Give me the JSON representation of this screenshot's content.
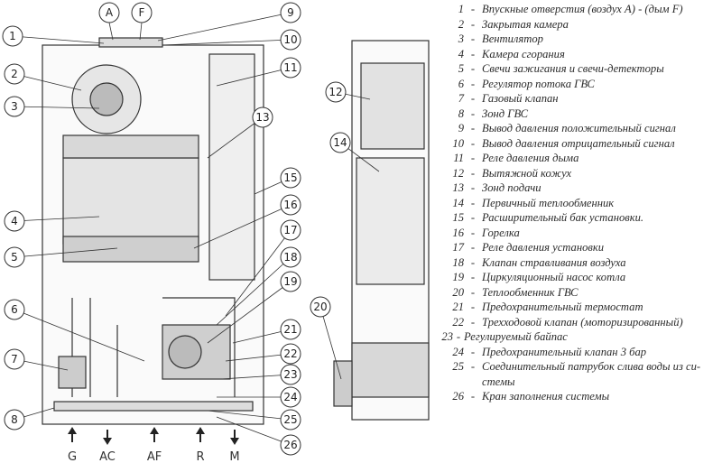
{
  "callouts": [
    "1",
    "2",
    "3",
    "4",
    "5",
    "6",
    "7",
    "8",
    "9",
    "10",
    "11",
    "12",
    "13",
    "14",
    "15",
    "16",
    "17",
    "18",
    "19",
    "20",
    "21",
    "22",
    "23",
    "24",
    "25",
    "26"
  ],
  "top_callouts": [
    "A",
    "F"
  ],
  "connections": [
    {
      "label": "G",
      "direction": "up"
    },
    {
      "label": "AC",
      "direction": "down"
    },
    {
      "label": "AF",
      "direction": "up"
    },
    {
      "label": "R",
      "direction": "up"
    },
    {
      "label": "M",
      "direction": "down"
    }
  ],
  "legend": [
    {
      "num": "1",
      "text": "Впускные отверстия (воздух А) - (дым F)"
    },
    {
      "num": "2",
      "text": "Закрытая камера"
    },
    {
      "num": "3",
      "text": "Вентилятор"
    },
    {
      "num": "4",
      "text": "Камера сгорания"
    },
    {
      "num": "5",
      "text": "Свечи зажигания и свечи-детекторы"
    },
    {
      "num": "6",
      "text": "Регулятор потока ГВС"
    },
    {
      "num": "7",
      "text": "Газовый клапан"
    },
    {
      "num": "8",
      "text": "Зонд ГВС"
    },
    {
      "num": "9",
      "text": "Вывод давления положительный сигнал"
    },
    {
      "num": "10",
      "text": "Вывод давления отрицательный сигнал"
    },
    {
      "num": "11",
      "text": "Реле давления дыма"
    },
    {
      "num": "12",
      "text": "Вытяжной кожух"
    },
    {
      "num": "13",
      "text": "Зонд подачи"
    },
    {
      "num": "14",
      "text": "Первичный теплообменник"
    },
    {
      "num": "15",
      "text": "Расширительный бак установки."
    },
    {
      "num": "16",
      "text": "Горелка"
    },
    {
      "num": "17",
      "text": "Реле давления установки"
    },
    {
      "num": "18",
      "text": "Клапан стравливания воздуха"
    },
    {
      "num": "19",
      "text": "Циркуляционный насос котла"
    },
    {
      "num": "20",
      "text": "Теплообменник ГВС"
    },
    {
      "num": "21",
      "text": "Предохранительный термостат"
    },
    {
      "num": "22",
      "text": "Трехходовой клапан  (моторизированный)"
    },
    {
      "num": "23",
      "text": "Регулируемый байпас"
    },
    {
      "num": "24",
      "text": "Предохранительный клапан 3 бар"
    },
    {
      "num": "25",
      "text": "Соединительный патрубок слива воды из си-",
      "text2": "стемы"
    },
    {
      "num": "26",
      "text": "Кран заполнения системы"
    }
  ]
}
